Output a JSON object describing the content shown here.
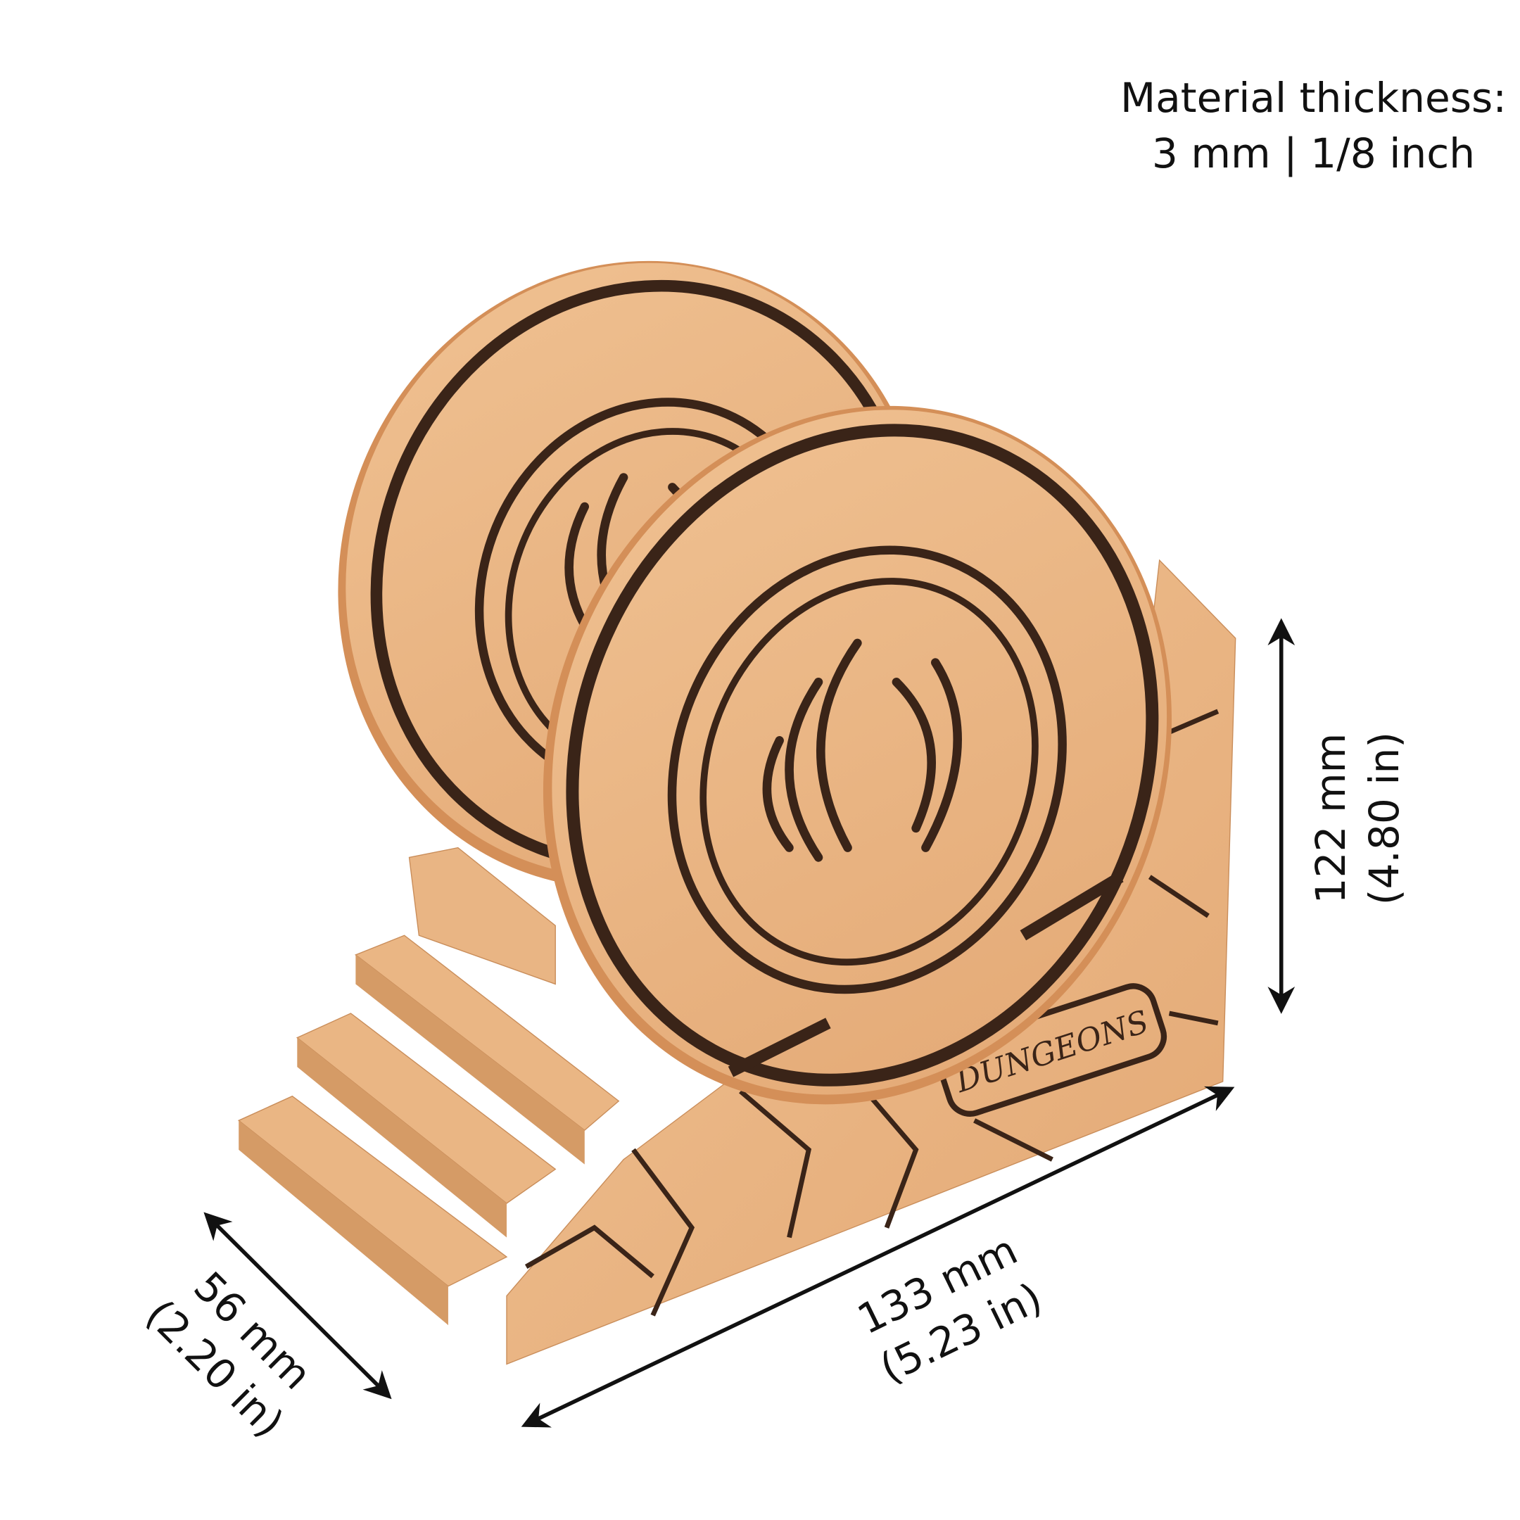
{
  "material": {
    "title": "Material thickness:",
    "value": "3 mm | 1/8 inch"
  },
  "dimensions": {
    "height": {
      "metric": "122 mm",
      "imperial": "(4.80 in)"
    },
    "length": {
      "metric": "133 mm",
      "imperial": "(5.23 in)"
    },
    "depth": {
      "metric": "56 mm",
      "imperial": "(2.20 in)"
    }
  },
  "product": {
    "engraving": "DUNGEONS"
  },
  "colors": {
    "wood": "#eab684",
    "wood_dark": "#d99a66",
    "engrave": "#3a2418",
    "arrow": "#111111"
  }
}
